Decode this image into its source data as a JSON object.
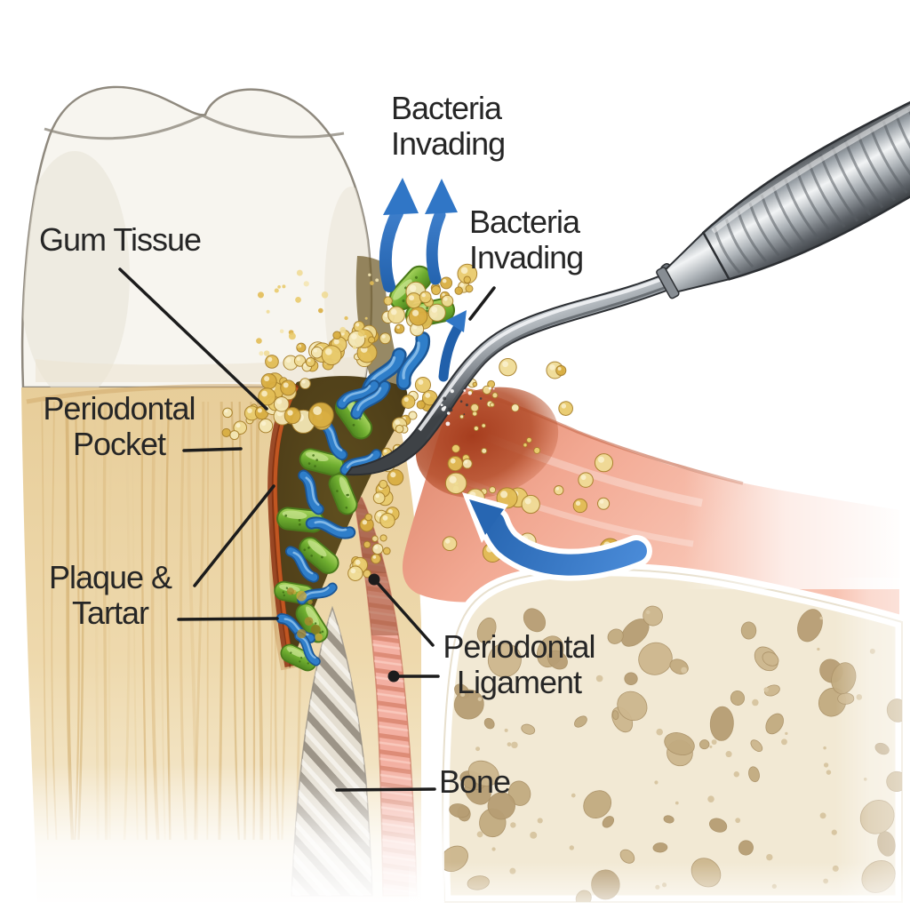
{
  "labels": {
    "bacteria_invading_top": "Bacteria\nInvading",
    "bacteria_invading_right": "Bacteria\nInvading",
    "gum_tissue": "Gum Tissue",
    "periodontal_pocket": "Periodontal\nPocket",
    "plaque_tartar": "Plaque &\nTartar",
    "periodontal_ligament": "Periodontal\nLigament",
    "bone": "Bone"
  },
  "icons": {
    "up_arrow": "curved blue arrow pointing up (bacteria escaping pocket)",
    "small_up_arrow": "small curved blue arrow near scaler tip",
    "curved_arrow": "large blue arrow curving from gum toward pocket",
    "scaler": "metal dental scaler instrument entering from top right"
  },
  "colors": {
    "background": "#ffffff",
    "label_text": "#262626",
    "leader_line": "#1c1c1c",
    "arrow_blue": "#3076c6",
    "bacteria_green": "#6fae30",
    "bacteria_blue": "#2f7ec9",
    "tartar_yellow": "#e9cb6d",
    "gum_pink": "#ef9c89",
    "inflamed_red": "#b0482a",
    "bone_beige": "#f2e9d4",
    "tooth_enamel": "#f7f5ef",
    "tooth_root": "#ecd6a6",
    "pocket_brown": "#4e3e18",
    "metal_silver": "#9aa1a7"
  }
}
